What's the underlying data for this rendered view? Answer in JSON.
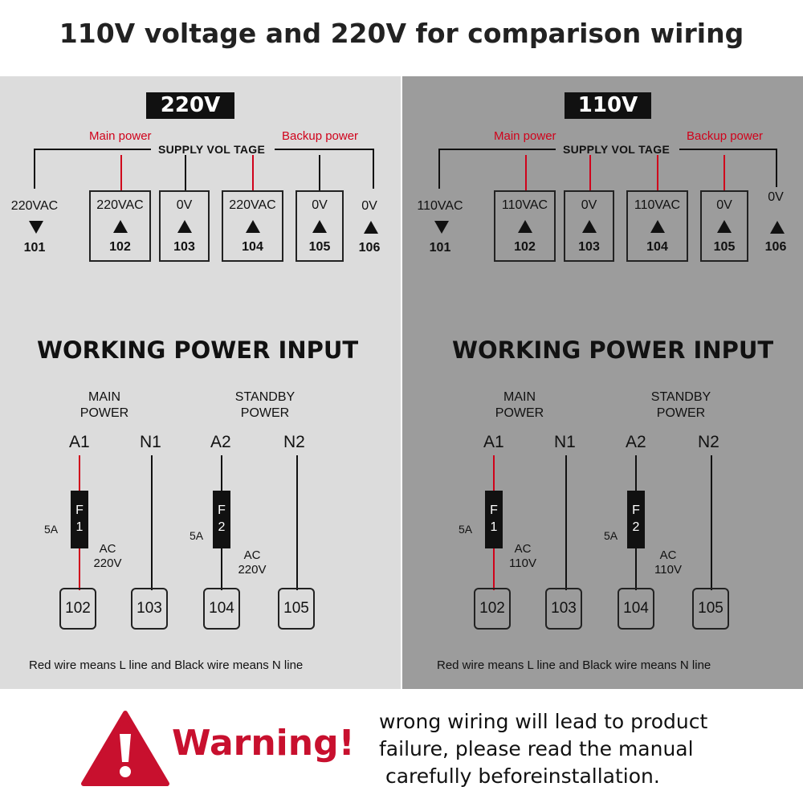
{
  "title": "110V voltage and 220V for comparison wiring",
  "colors": {
    "red_wire": "#d0021b",
    "black_wire": "#111111",
    "warning_red": "#c8102e"
  },
  "panels": {
    "v220": {
      "badge": "220V",
      "main_power": "Main power",
      "backup_power": "Backup power",
      "supply": "SUPPLY VOL TAGE",
      "terminals": [
        {
          "value": "220VAC",
          "number": "101"
        },
        {
          "value": "220VAC",
          "number": "102"
        },
        {
          "value": "0V",
          "number": "103"
        },
        {
          "value": "220VAC",
          "number": "104"
        },
        {
          "value": "0V",
          "number": "105"
        },
        {
          "value": "0V",
          "number": "106"
        }
      ],
      "working_title": "WORKING POWER INPUT",
      "main_group": [
        "MAIN",
        "POWER"
      ],
      "standby_group": [
        "STANDBY",
        "POWER"
      ],
      "pins": [
        "A1",
        "N1",
        "A2",
        "N2"
      ],
      "fuse1": [
        "F",
        "1"
      ],
      "fuse2": [
        "F",
        "2"
      ],
      "fuse_rating": "5A",
      "ac_label": [
        "AC",
        "220V"
      ],
      "inputs": [
        "102",
        "103",
        "104",
        "105"
      ],
      "note": "Red wire means L line and Black wire means N line"
    },
    "v110": {
      "badge": "110V",
      "main_power": "Main power",
      "backup_power": "Backup power",
      "supply": "SUPPLY VOL TAGE",
      "terminals": [
        {
          "value": "110VAC",
          "number": "101"
        },
        {
          "value": "110VAC",
          "number": "102"
        },
        {
          "value": "0V",
          "number": "103"
        },
        {
          "value": "110VAC",
          "number": "104"
        },
        {
          "value": "0V",
          "number": "105"
        },
        {
          "value": "0V",
          "number": "106"
        }
      ],
      "working_title": "WORKING POWER INPUT",
      "main_group": [
        "MAIN",
        "POWER"
      ],
      "standby_group": [
        "STANDBY",
        "POWER"
      ],
      "pins": [
        "A1",
        "N1",
        "A2",
        "N2"
      ],
      "fuse1": [
        "F",
        "1"
      ],
      "fuse2": [
        "F",
        "2"
      ],
      "fuse_rating": "5A",
      "ac_label": [
        "AC",
        "110V"
      ],
      "inputs": [
        "102",
        "103",
        "104",
        "105"
      ],
      "note": "Red wire means L line and Black wire means N line"
    }
  },
  "warning": {
    "label": "Warning!",
    "message": [
      "wrong wiring will lead to product",
      "failure, please read the manual",
      " carefully beforeinstallation."
    ]
  }
}
